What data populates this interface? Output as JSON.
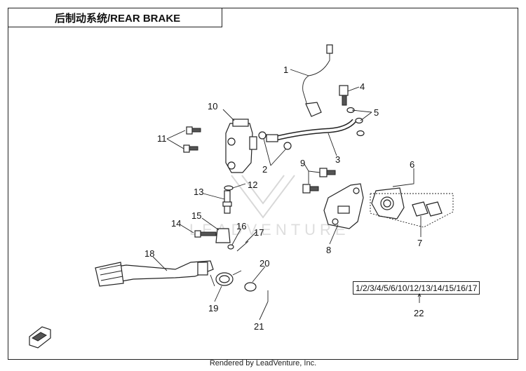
{
  "title": "后制动系统/REAR BRAKE",
  "footer": "Rendered by LeadVenture, Inc.",
  "watermark": "LEADVENTURE",
  "callouts": [
    "1",
    "2",
    "3",
    "4",
    "5",
    "6",
    "7",
    "8",
    "9",
    "10",
    "11",
    "12",
    "13",
    "14",
    "15",
    "16",
    "17",
    "18",
    "19",
    "20",
    "21",
    "22"
  ],
  "kit_label": "1/2/3/4/5/6/10/12/13/14/15/16/17",
  "colors": {
    "line": "#222222",
    "background": "#ffffff"
  }
}
